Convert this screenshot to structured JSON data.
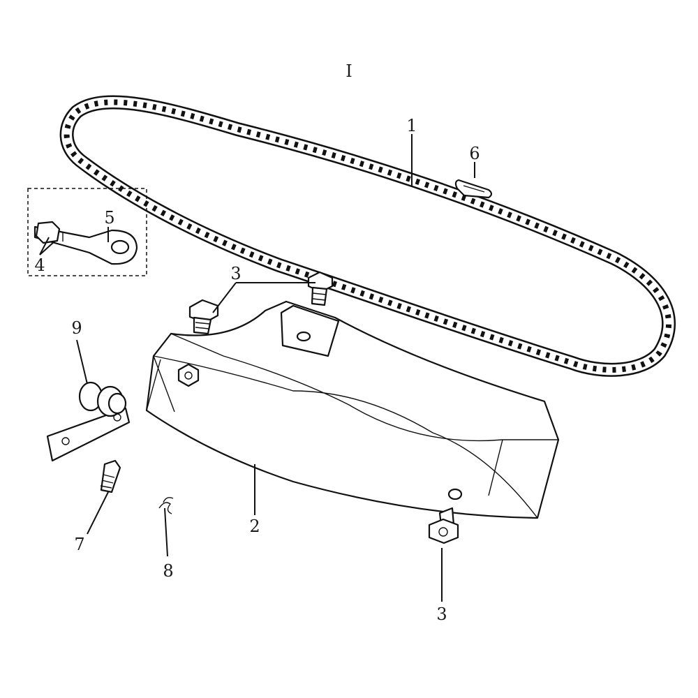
{
  "figure": {
    "section_label": "I",
    "callouts": [
      {
        "id": "1",
        "text": "1",
        "name": "chain"
      },
      {
        "id": "2",
        "text": "2",
        "name": "chain-guard"
      },
      {
        "id": "3a",
        "text": "3",
        "name": "bolt"
      },
      {
        "id": "3b",
        "text": "3",
        "name": "bolt"
      },
      {
        "id": "4",
        "text": "4",
        "name": "nut"
      },
      {
        "id": "5",
        "text": "5",
        "name": "chain-adjuster"
      },
      {
        "id": "6",
        "text": "6",
        "name": "master-link-clip"
      },
      {
        "id": "7",
        "text": "7",
        "name": "tensioner-bolt"
      },
      {
        "id": "8",
        "text": "8",
        "name": "spring"
      },
      {
        "id": "9",
        "text": "9",
        "name": "tensioner-roller"
      }
    ]
  }
}
